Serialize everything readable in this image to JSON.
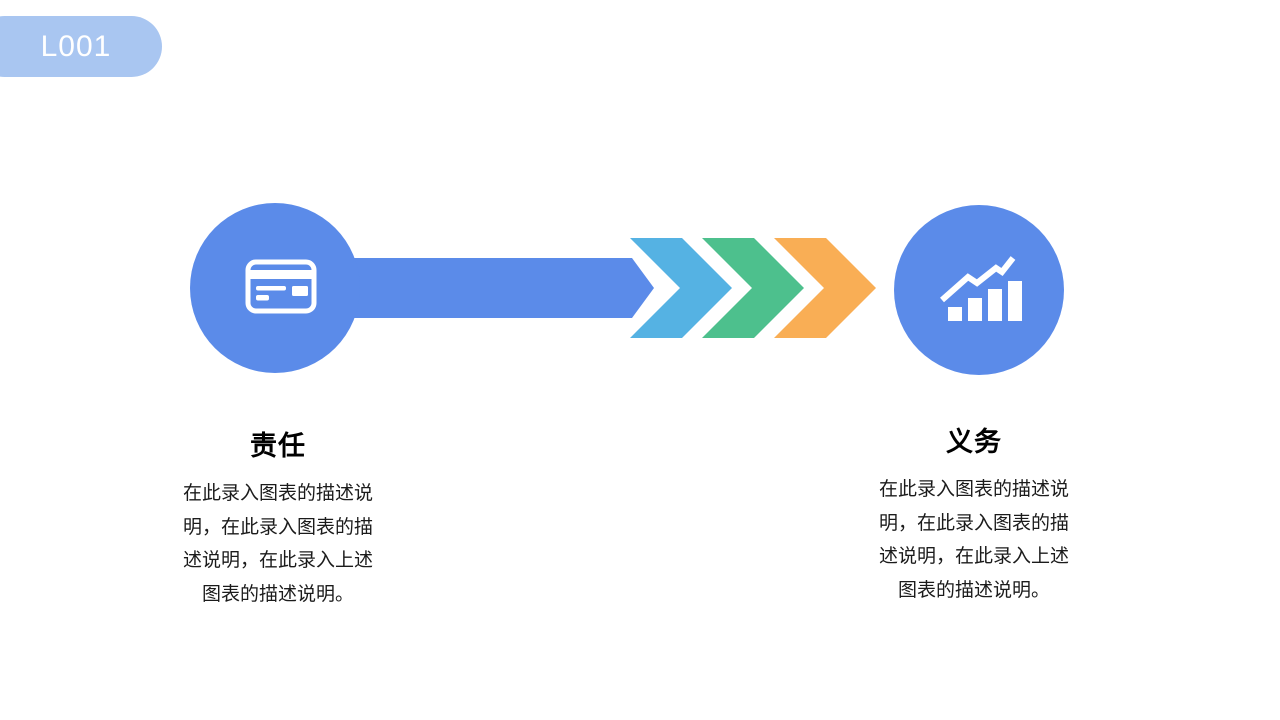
{
  "slide": {
    "badge": {
      "label": "L001",
      "bg_color": "#A9C6F1",
      "text_color": "#FFFFFF"
    },
    "colors": {
      "background": "#FFFFFF",
      "primary_blue": "#5B8BE9",
      "chevron_blue": "#55B2E3",
      "chevron_green": "#4DC08D",
      "chevron_orange": "#F9AE55",
      "icon_white": "#FFFFFF",
      "title_text": "#000000",
      "body_text": "#1B1B1B"
    },
    "diagram": {
      "left_node_icon": "credit-card-icon",
      "right_node_icon": "growth-chart-icon",
      "direction": "left-to-right"
    },
    "left_item": {
      "title": "责任",
      "desc_lines": [
        "在此录入图表的描述说",
        "明，在此录入图表的描",
        "述说明，在此录入上述",
        "图表的描述说明。"
      ]
    },
    "right_item": {
      "title": "义务",
      "desc_lines": [
        "在此录入图表的描述说",
        "明，在此录入图表的描",
        "述说明，在此录入上述",
        "图表的描述说明。"
      ]
    }
  }
}
